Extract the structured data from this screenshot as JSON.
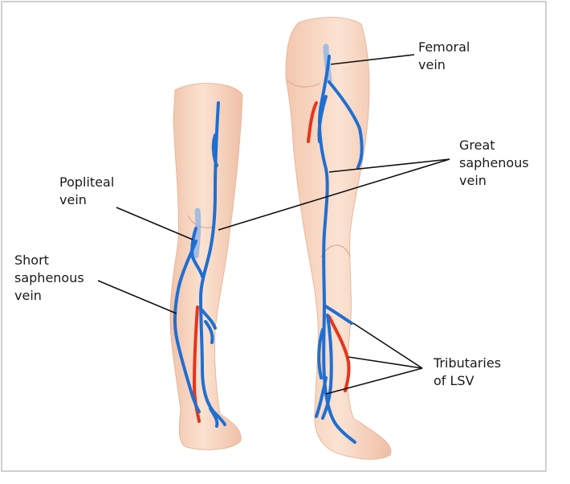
{
  "labels": {
    "femoral_vein": [
      "Femoral",
      "vein"
    ],
    "great_saphenous_vein": [
      "Great",
      "saphenous",
      "vein"
    ],
    "popliteal_vein": [
      "Popliteal",
      "vein"
    ],
    "short_saphenous_vein": [
      "Short",
      "saphenous",
      "vein"
    ],
    "tributaries_of_lsv": [
      "Tributaries",
      "of LSV"
    ]
  },
  "colors": {
    "vein": "#1f6fd1",
    "artery": "#e8341c",
    "skin": "#f8d8c4",
    "skin_shadow": "#eebca2",
    "leader_line": "#111111",
    "frame": "#bfbfbf"
  }
}
